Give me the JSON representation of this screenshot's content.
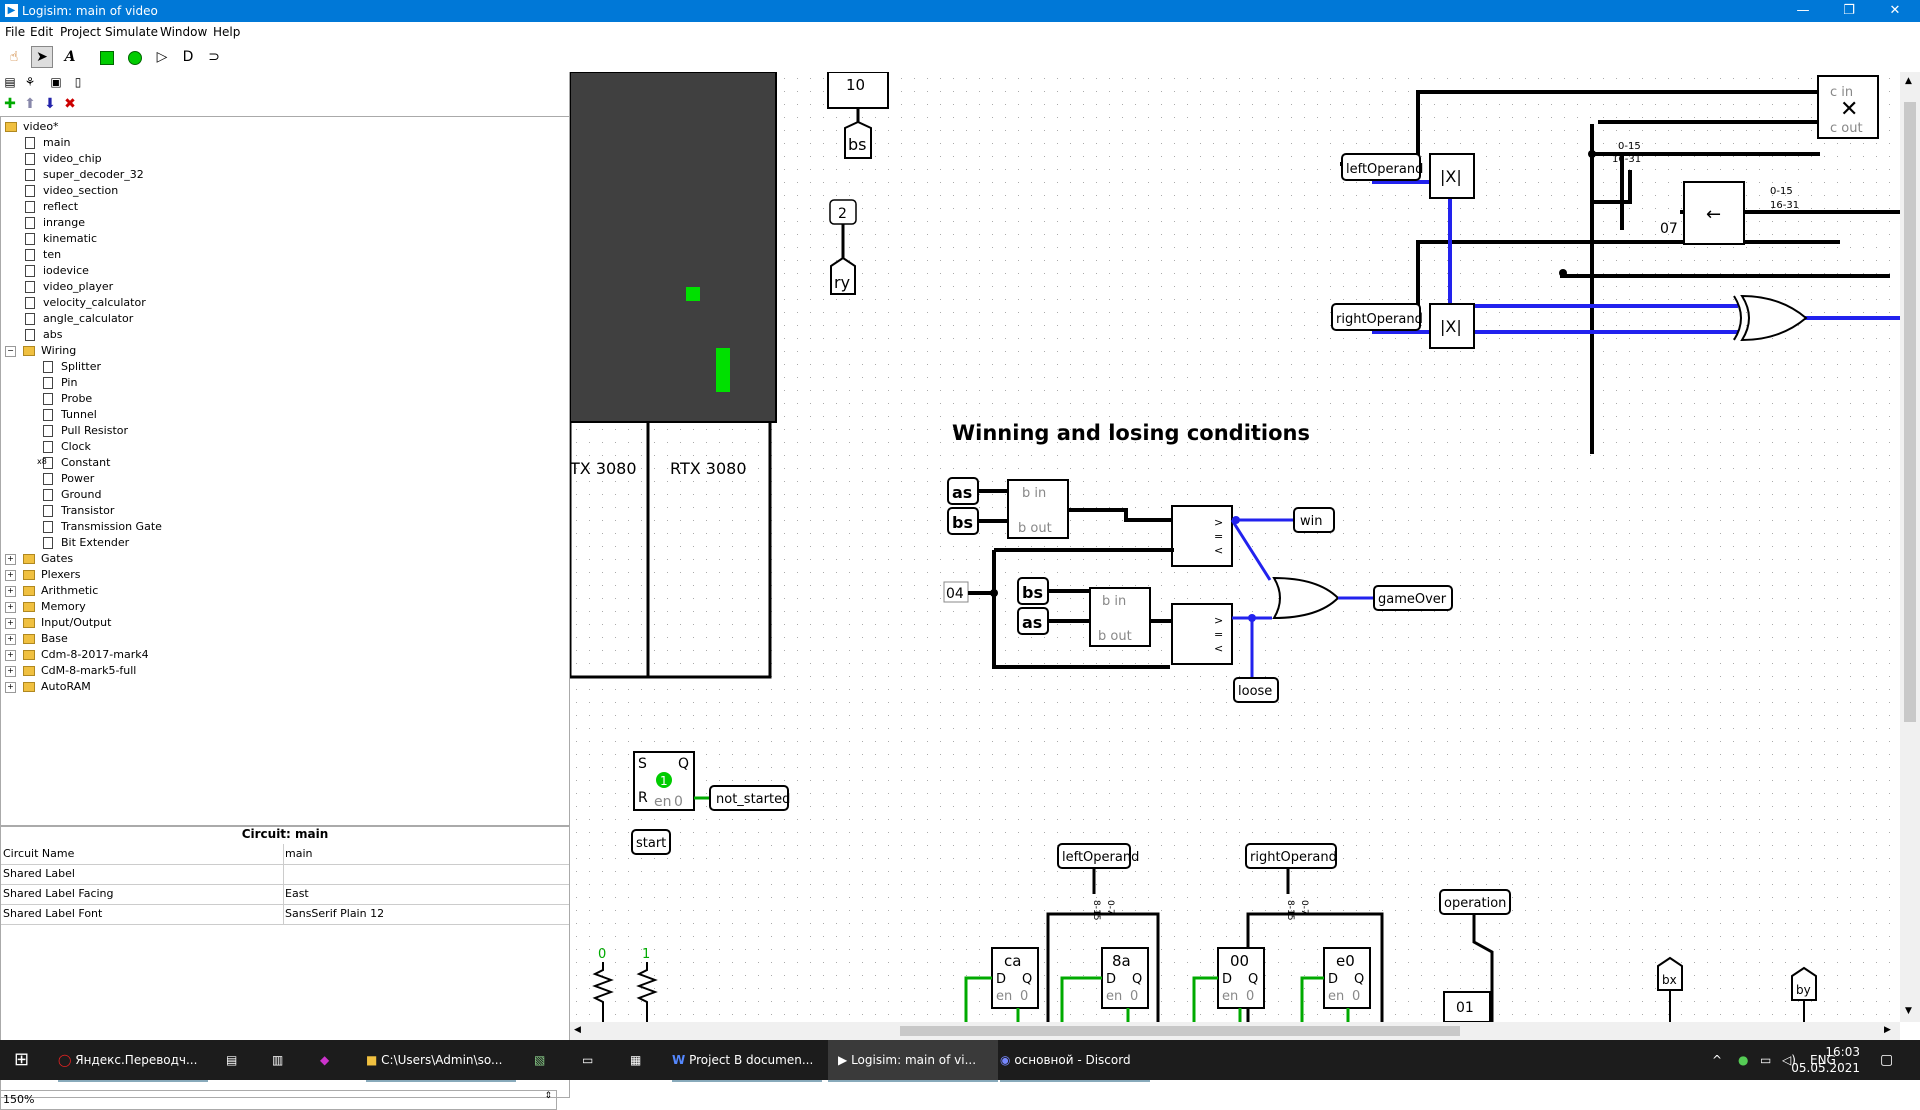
{
  "window": {
    "title": "Logisim: main of video"
  },
  "menu": [
    "File",
    "Edit",
    "Project",
    "Simulate",
    "Window",
    "Help"
  ],
  "tree": {
    "root": "video*",
    "circuits": [
      "main",
      "video_chip",
      "super_decoder_32",
      "video_section",
      "reflect",
      "inrange",
      "kinematic",
      "ten",
      "iodevice",
      "video_player",
      "velocity_calculator",
      "angle_calculator",
      "abs"
    ],
    "wiring_folder": "Wiring",
    "wiring": [
      "Splitter",
      "Pin",
      "Probe",
      "Tunnel",
      "Pull Resistor",
      "Clock",
      "Constant",
      "Power",
      "Ground",
      "Transistor",
      "Transmission Gate",
      "Bit Extender"
    ],
    "constant_prefix": "x8",
    "libraries": [
      "Gates",
      "Plexers",
      "Arithmetic",
      "Memory",
      "Input/Output",
      "Base",
      "Cdm-8-2017-mark4",
      "CdM-8-mark5-full",
      "AutoRAM"
    ]
  },
  "props": {
    "title": "Circuit: main",
    "rows": [
      {
        "key": "Circuit Name",
        "value": "main"
      },
      {
        "key": "Shared Label",
        "value": ""
      },
      {
        "key": "Shared Label Facing",
        "value": "East"
      },
      {
        "key": "Shared Label Font",
        "value": "SansSerif Plain 12"
      }
    ]
  },
  "zoom": "150%",
  "canvas": {
    "section_title": "Winning and losing conditions",
    "display_label_left": "TX 3080",
    "display_label_right": "RTX 3080",
    "top_const": "10",
    "bs_tunnel": "bs",
    "const_2": "2",
    "ry_tunnel": "ry",
    "left_operand": "leftOperand",
    "right_operand": "rightOperand",
    "abs_label": "|X|",
    "splitter_top": "0-15",
    "splitter_bottom": "16-31",
    "const_07": "07",
    "adder_cin": "c in",
    "adder_cout": "c out",
    "as_label": "as",
    "bs_label": "bs",
    "b_in": "b in",
    "b_out": "b out",
    "win": "win",
    "const_04": "04",
    "game_over": "gameOver",
    "loose": "loose",
    "cmp_gt": ">",
    "cmp_eq": "=",
    "cmp_lt": "<",
    "latch_s": "S",
    "latch_r": "R",
    "latch_q": "Q",
    "latch_en": "en",
    "latch_val": "0",
    "latch_one": "1",
    "not_started": "not_started",
    "start": "start",
    "bottom_left_op": "leftOperand",
    "bottom_right_op": "rightOperand",
    "operation": "operation",
    "reg_values": [
      "ca",
      "8a",
      "00",
      "e0"
    ],
    "reg_d": "D",
    "reg_q": "Q",
    "reg_en": "en",
    "reg_zero": "0",
    "pull0": "0",
    "pull1": "1",
    "bottom_const": "01",
    "bx": "bx",
    "by": "by",
    "split_a": "8-15",
    "split_b": "0-7"
  },
  "taskbar": {
    "items": [
      "Яндекс.Переводч...",
      "C:\\Users\\Admin\\so...",
      "Project B documen...",
      "Logisim: main of vi...",
      "основной - Discord"
    ],
    "lang": "ENG",
    "time": "16:03",
    "date": "05.05.2021"
  },
  "colors": {
    "wire_on": "#0f0f0f",
    "bus": "#2222ee",
    "green": "#00c000",
    "display": "#404040"
  }
}
